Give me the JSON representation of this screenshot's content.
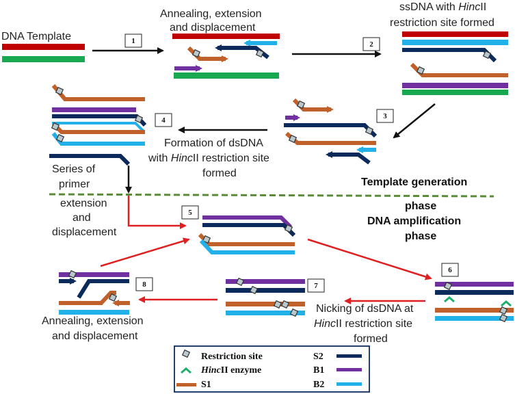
{
  "colors": {
    "s1": "#c0612b",
    "s2": "#0d2a5c",
    "b1": "#7030a0",
    "b2": "#22b0e8",
    "template_top": "#c00000",
    "template_bottom": "#18a850",
    "site": "#b8c8cc",
    "enzyme": "#1fae6a",
    "red_arrow": "#e02020",
    "divider": "#5a8a3a"
  },
  "labels": {
    "dna_template": "DNA Template",
    "annealing_top_1": "Annealing, extension",
    "annealing_top_2": "and displacement",
    "ssdna_1a": "ssDNA with ",
    "ssdna_1b": "Hinc",
    "ssdna_1c": "II",
    "ssdna_2": "restriction site formed",
    "formation_1": "Formation of dsDNA",
    "formation_2a": "with ",
    "formation_2b": "Hinc",
    "formation_2c": "II restriction site",
    "formation_3": "formed",
    "series_1": "Series of",
    "series_2": "primer",
    "template_generation": "Template generation",
    "extension_1": "extension",
    "extension_2": "and",
    "extension_3": "displacement",
    "phase_1": "phase",
    "amplification_1": "DNA amplification",
    "amplification_2": "phase",
    "nicking_1": "Nicking of dsDNA at",
    "nicking_2a": "Hinc",
    "nicking_2b": "II restriction site",
    "nicking_3": "formed",
    "annealing_bot_1": "Annealing, extension",
    "annealing_bot_2": "and displacement"
  },
  "steps": [
    "1",
    "2",
    "3",
    "4",
    "5",
    "6",
    "7",
    "8"
  ],
  "legend": {
    "restriction_site": "Restriction site",
    "enzyme_a": "Hinc",
    "enzyme_b": "II enzyme",
    "s1": "S1",
    "s2": "S2",
    "b1": "B1",
    "b2": "B2"
  }
}
